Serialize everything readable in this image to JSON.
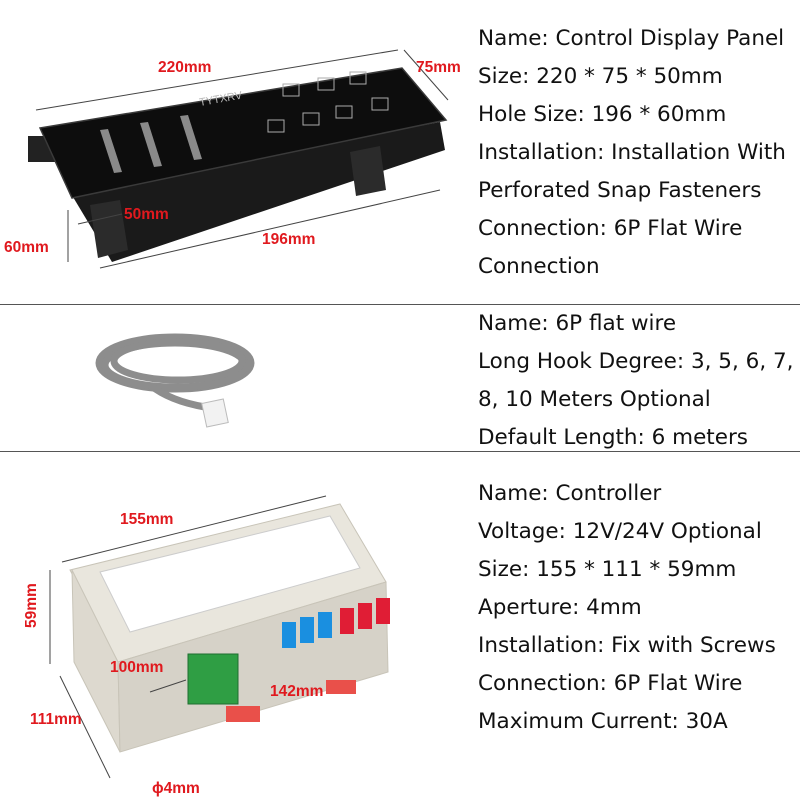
{
  "panel": {
    "brand": "TYTXRV",
    "dimensions": {
      "width": "220mm",
      "depth": "75mm",
      "height": "50mm",
      "hole_width": "196mm",
      "hole_height": "60mm"
    },
    "specs": [
      "Name: Control Display Panel",
      "Size: 220 * 75 * 50mm",
      "Hole Size: 196 * 60mm",
      "Installation: Installation With",
      "Perforated Snap Fasteners",
      "Connection: 6P Flat Wire",
      "Connection"
    ]
  },
  "wire": {
    "specs": [
      "Name: 6P flat wire",
      "Long Hook Degree: 3, 5, 6, 7,",
      "8, 10 Meters Optional",
      "Default Length: 6 meters"
    ]
  },
  "controller": {
    "dimensions": {
      "length": "155mm",
      "height": "59mm",
      "inner": "100mm",
      "terminal": "142mm",
      "width": "111mm",
      "hole": "ϕ4mm"
    },
    "specs": [
      "Name: Controller",
      "Voltage: 12V/24V Optional",
      "Size: 155 * 111 * 59mm",
      "Aperture: 4mm",
      "Installation: Fix with Screws",
      "Connection: 6P Flat Wire",
      "Maximum Current: 30A"
    ]
  },
  "colors": {
    "dimension_text": "#e0191e",
    "text": "#111111",
    "divider": "#555555"
  }
}
